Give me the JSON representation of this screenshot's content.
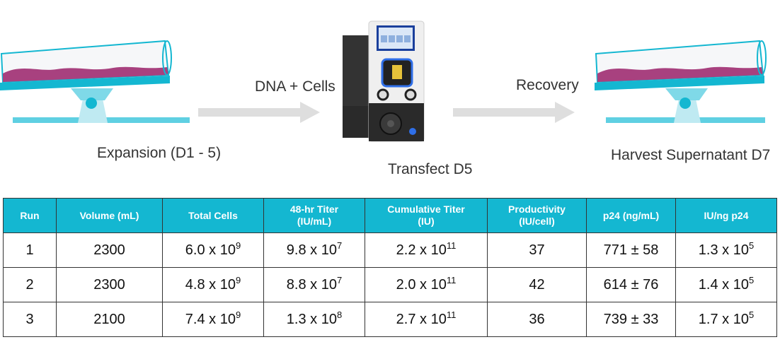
{
  "diagram": {
    "labels": {
      "expansion": "Expansion (D1 - 5)",
      "dna_cells": "DNA + Cells",
      "transfect": "Transfect D5",
      "recovery": "Recovery",
      "harvest": "Harvest Supernatant D7"
    },
    "colors": {
      "accent": "#14b7d1",
      "media": "#a8417f",
      "arrow": "#dedede",
      "device_dark": "#2a2a2a",
      "device_light": "#eeeeee"
    }
  },
  "table": {
    "headers": [
      [
        "Run"
      ],
      [
        "Volume (mL)"
      ],
      [
        "Total Cells"
      ],
      [
        "48-hr Titer",
        "(IU/mL)"
      ],
      [
        "Cumulative Titer",
        "(IU)"
      ],
      [
        "Productivity",
        "(IU/cell)"
      ],
      [
        "p24 (ng/mL)"
      ],
      [
        "IU/ng p24"
      ]
    ],
    "rows": [
      [
        {
          "t": "1"
        },
        {
          "t": "2300"
        },
        {
          "t": "6.0 x 10",
          "e": "9"
        },
        {
          "t": "9.8 x 10",
          "e": "7"
        },
        {
          "t": "2.2 x 10",
          "e": "11"
        },
        {
          "t": "37"
        },
        {
          "t": "771 ± 58"
        },
        {
          "t": "1.3 x 10",
          "e": "5"
        }
      ],
      [
        {
          "t": "2"
        },
        {
          "t": "2300"
        },
        {
          "t": "4.8 x 10",
          "e": "9"
        },
        {
          "t": "8.8 x 10",
          "e": "7"
        },
        {
          "t": "2.0 x 10",
          "e": "11"
        },
        {
          "t": "42"
        },
        {
          "t": "614 ± 76"
        },
        {
          "t": "1.4 x 10",
          "e": "5"
        }
      ],
      [
        {
          "t": "3"
        },
        {
          "t": "2100"
        },
        {
          "t": "7.4 x 10",
          "e": "9"
        },
        {
          "t": "1.3 x 10",
          "e": "8"
        },
        {
          "t": "2.7 x 10",
          "e": "11"
        },
        {
          "t": "36"
        },
        {
          "t": "739 ± 33"
        },
        {
          "t": "1.7 x 10",
          "e": "5"
        }
      ]
    ]
  }
}
